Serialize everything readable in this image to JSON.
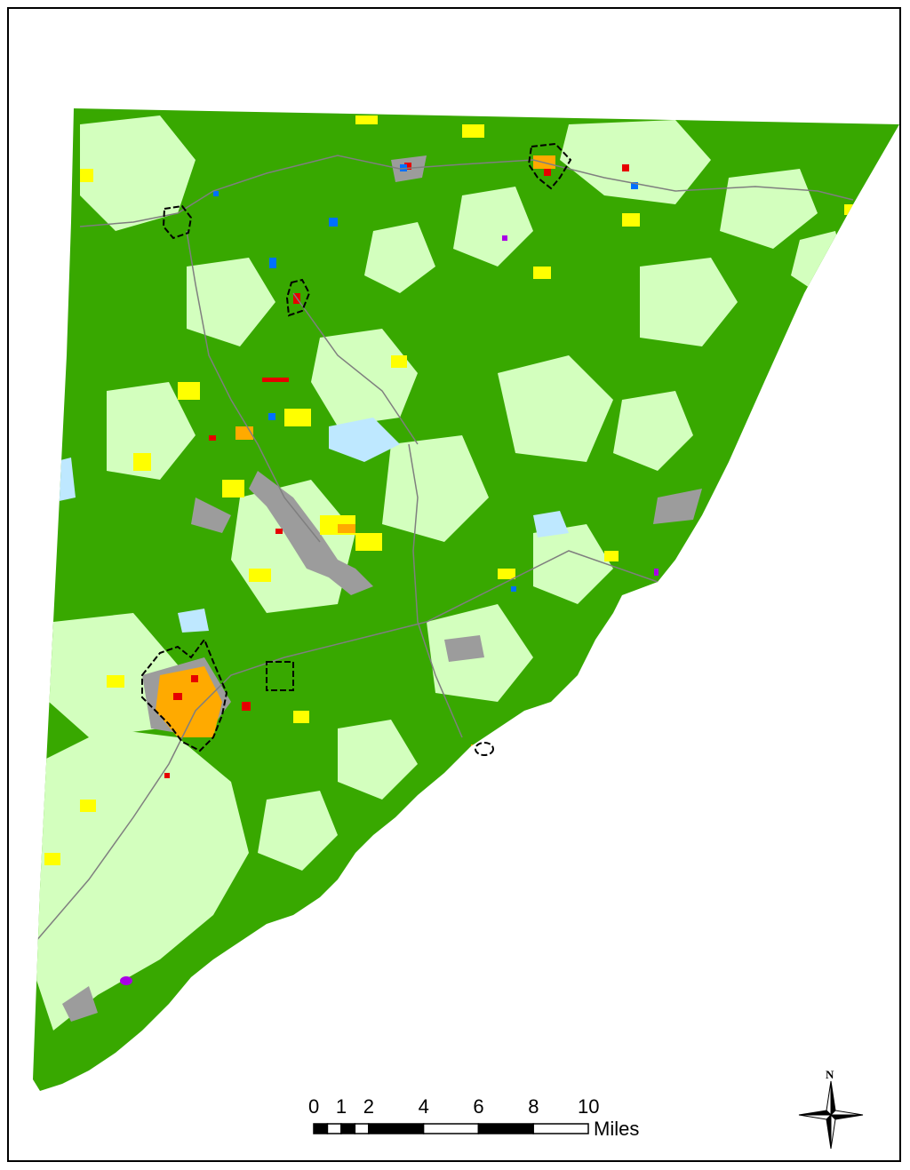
{
  "scale_bar": {
    "tick_labels": [
      "0",
      "1",
      "2",
      "4",
      "6",
      "8",
      "10"
    ],
    "tick_miles": [
      0,
      1,
      2,
      4,
      6,
      8,
      10
    ],
    "unit": "Miles"
  },
  "north_arrow": {
    "letter": "N"
  },
  "colors": {
    "forest": "#38a800",
    "open_land": "#d3ffbe",
    "agriculture": "#ffff00",
    "developed_low": "#ffaa00",
    "developed_high": "#e60000",
    "water": "#0070ff",
    "barren": "#9c9c9c",
    "wetland": "#bee8ff",
    "special": "#a900e6",
    "boundary": "#000000"
  }
}
